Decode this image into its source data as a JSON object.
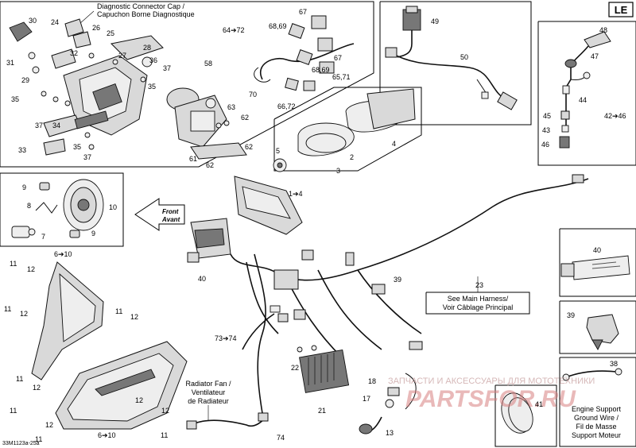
{
  "model_tag": "LE",
  "figure_code": "33M1123a-25a",
  "diagnostic_caption": [
    "Diagnostic Connector Cap /",
    "Capuchon Borne Diagnostique"
  ],
  "front_arrow": [
    "Front",
    "Avant"
  ],
  "main_harness_caption": [
    "See Main Harness/",
    "Voir Câblage Principal"
  ],
  "radiator_fan_caption": [
    "Radiator Fan /",
    "Ventilateur",
    "de Radiateur"
  ],
  "engine_support_caption": [
    "Engine Support",
    "Ground Wire /",
    "Fil de Masse",
    "Support Moteur"
  ],
  "watermark": {
    "line": "ЗАПЧАСТИ И АКСЕССУАРЫ ДЛЯ МОТОТЕХНИКИ",
    "brand": "PARTSFOR.RU"
  },
  "callouts": {
    "c30": "30",
    "c24": "24",
    "c26": "26",
    "c25": "25",
    "c31": "31",
    "c32": "32",
    "c27": "27",
    "c28": "28",
    "c29": "29",
    "c36": "36",
    "c37a": "37",
    "c35a": "35",
    "c35b": "35",
    "c37b": "37",
    "c34": "34",
    "c33": "33",
    "c35c": "35",
    "c37c": "37",
    "c58": "58",
    "c63": "63",
    "c62a": "62",
    "c61": "61",
    "c62b": "62",
    "c62c": "62",
    "c64": "64➔72",
    "c6869a": "68,69",
    "c67a": "67",
    "c67b": "67",
    "c6869b": "68,69",
    "c6571": "65,71",
    "c70": "70",
    "c6672": "66,72",
    "c49": "49",
    "c50": "50",
    "c48": "48",
    "c47": "47",
    "c44": "44",
    "c45": "45",
    "c43": "43",
    "c46": "46",
    "c4246": "42➔46",
    "c5": "5",
    "c2": "2",
    "c3": "3",
    "c4": "4",
    "c14": "1➔4",
    "c9a": "9",
    "c10": "10",
    "c8": "8",
    "c7": "7",
    "c9b": "9",
    "c610a": "6➔10",
    "c11a": "11",
    "c12a": "12",
    "c11b": "11",
    "c12b": "12",
    "c11c": "11",
    "c12c": "12",
    "c11d": "11",
    "c12d": "12",
    "c11e": "11",
    "c12e": "12",
    "c11f": "11",
    "c12f": "12",
    "c11g": "11",
    "c12g": "12",
    "c610b": "6➔10",
    "c40a": "40",
    "c39a": "39",
    "c23": "23",
    "c40b": "40",
    "c39b": "39",
    "c7374": "73➔74",
    "c22": "22",
    "c21": "21",
    "c18": "18",
    "c17": "17",
    "c13": "13",
    "c41": "41",
    "c38": "38",
    "c74": "74"
  }
}
